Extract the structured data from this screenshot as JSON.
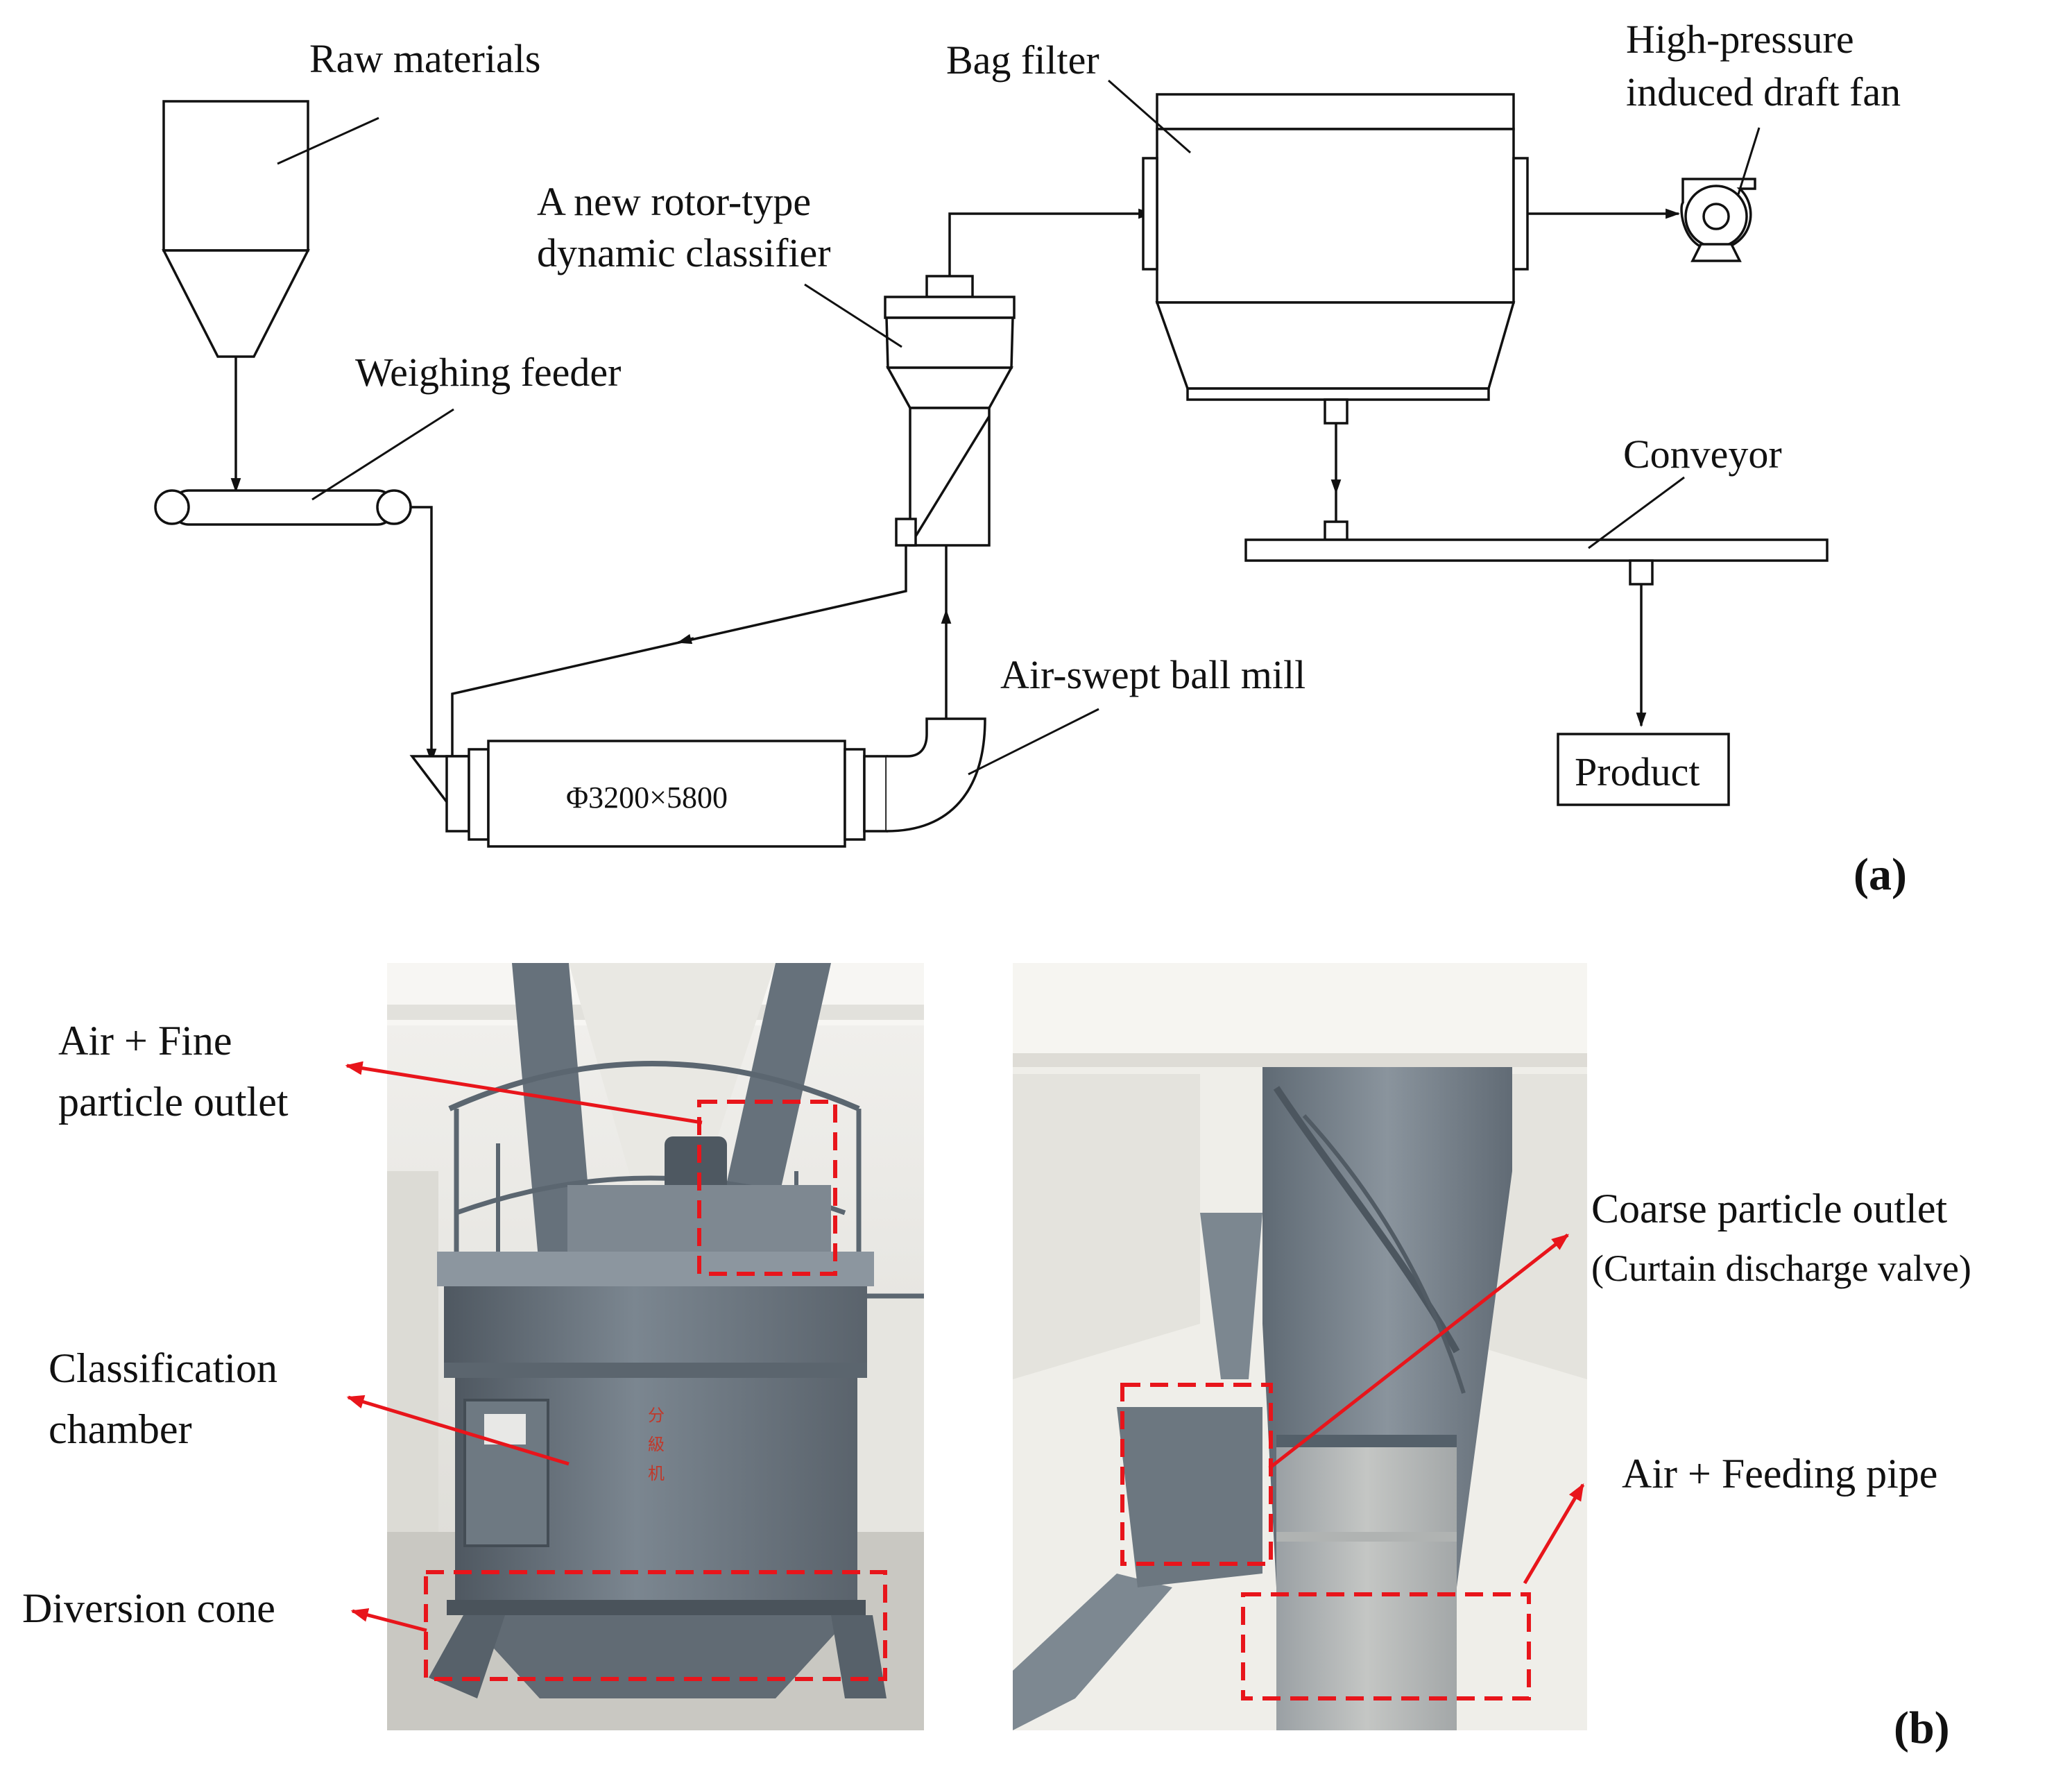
{
  "panel_a": {
    "tag": "(a)",
    "labels": {
      "raw_materials": "Raw materials",
      "weighing_feeder": "Weighing feeder",
      "classifier_line1": "A new rotor-type",
      "classifier_line2": "dynamic classifier",
      "bag_filter": "Bag filter",
      "fan_line1": "High-pressure",
      "fan_line2": "induced draft fan",
      "conveyor": "Conveyor",
      "ball_mill": "Air-swept ball mill",
      "mill_size": "Φ3200×5800",
      "product": "Product"
    }
  },
  "panel_b": {
    "tag": "(b)",
    "left_photo": {
      "outlet_line1": "Air + Fine",
      "outlet_line2": "particle outlet",
      "chamber_line1": "Classification",
      "chamber_line2": "chamber",
      "cone": "Diversion cone",
      "plate_text": "分级机"
    },
    "right_photo": {
      "coarse_line1": "Coarse particle outlet",
      "coarse_line2": "(Curtain discharge valve)",
      "feed": "Air + Feeding pipe"
    }
  },
  "colors": {
    "line": "#111111",
    "annotation": "#e8151b",
    "steel": "#6f7a84",
    "wall": "#eceae4"
  }
}
